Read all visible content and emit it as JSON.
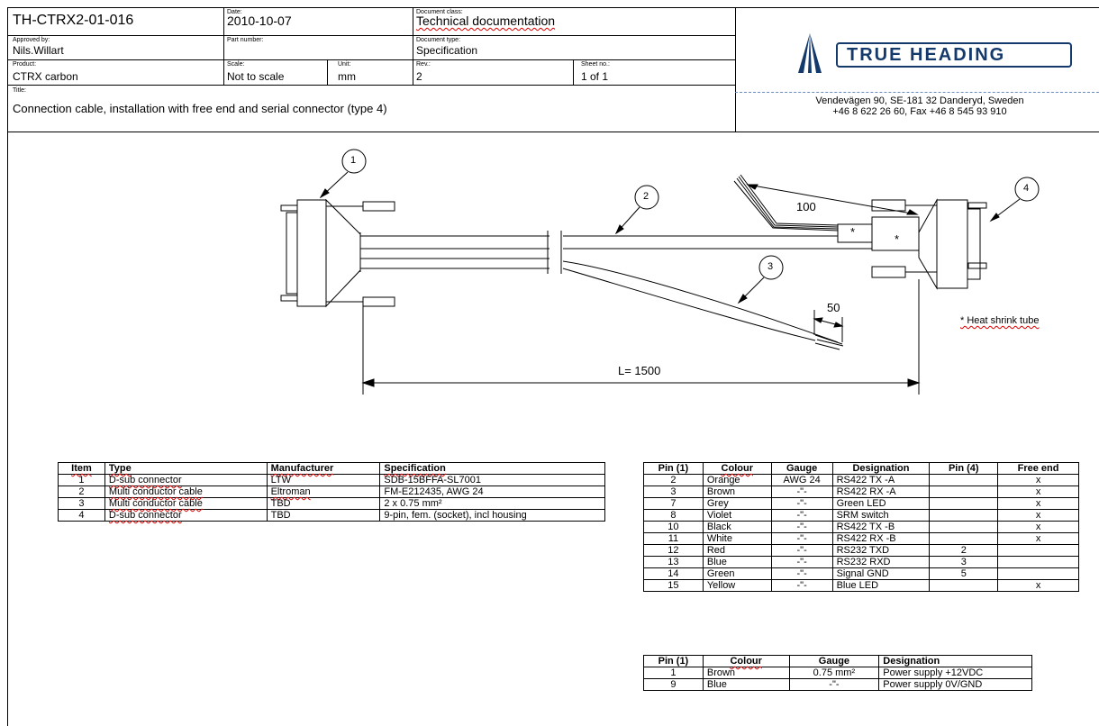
{
  "header": {
    "doc_number": "TH-CTRX2-01-016",
    "date_label": "Date:",
    "date": "2010-10-07",
    "doc_class_label": "Document class:",
    "doc_class": "Technical documentation",
    "approved_label": "Approved by:",
    "approved": "Nils.Willart",
    "part_number_label": "Part number:",
    "doc_type_label": "Document type:",
    "doc_type": "Specification",
    "product_label": "Product:",
    "product": "CTRX carbon",
    "scale_label": "Scale:",
    "scale": "Not to scale",
    "unit_label": "Unit:",
    "unit": "mm",
    "rev_label": "Rev.:",
    "rev": "2",
    "sheet_label": "Sheet no.:",
    "sheet": "1 of 1",
    "title_label": "Title:",
    "title": "Connection cable, installation with free end and serial connector (type 4)"
  },
  "company": {
    "logo_text": "TRUE HEADING",
    "address_line1": "Vendevägen 90, SE-181 32 Danderyd, Sweden",
    "address_line2": "+46 8 622 26 60, Fax +46 8 545 93 910",
    "brand_color": "#14396b"
  },
  "drawing": {
    "callout_1": "1",
    "callout_2": "2",
    "callout_3": "3",
    "callout_4": "4",
    "dim_100": "100",
    "dim_50": "50",
    "dim_length": "L= 1500",
    "star_1": "*",
    "star_2": "*",
    "heat_note": "*  Heat shrink tube"
  },
  "items_table": {
    "headers": [
      "Item",
      "Type",
      "Manufacturer",
      "Specification"
    ],
    "rows": [
      [
        "1",
        "D-sub connector",
        "LTW",
        "SDB-15BFFA-SL7001"
      ],
      [
        "2",
        "Multi conductor  cable",
        "Eltroman",
        "FM-E212435,  AWG 24"
      ],
      [
        "3",
        "Multi conductor  cable",
        "TBD",
        "2 x 0.75  mm²"
      ],
      [
        "4",
        "D-sub connector",
        "TBD",
        "9-pin, fem.  (socket), incl housing"
      ]
    ]
  },
  "pin_table": {
    "headers": [
      "Pin (1)",
      "Colour",
      "Gauge",
      "Designation",
      "Pin (4)",
      "Free end"
    ],
    "rows": [
      [
        "2",
        "Orange",
        "AWG 24",
        "RS422  TX -A",
        "",
        "x"
      ],
      [
        "3",
        "Brown",
        "-\"-",
        "RS422  RX -A",
        "",
        "x"
      ],
      [
        "7",
        "Grey",
        "-\"-",
        "Green LED",
        "",
        "x"
      ],
      [
        "8",
        "Violet",
        "-\"-",
        "SRM switch",
        "",
        "x"
      ],
      [
        "10",
        "Black",
        "-\"-",
        "RS422  TX -B",
        "",
        "x"
      ],
      [
        "11",
        "White",
        "-\"-",
        "RS422  RX -B",
        "",
        "x"
      ],
      [
        "12",
        "Red",
        "-\"-",
        "RS232  TXD",
        "2",
        ""
      ],
      [
        "13",
        "Blue",
        "-\"-",
        "RS232  RXD",
        "3",
        ""
      ],
      [
        "14",
        "Green",
        "-\"-",
        "Signal  GND",
        "5",
        ""
      ],
      [
        "15",
        "Yellow",
        "-\"-",
        "Blue LED",
        "",
        "x"
      ]
    ]
  },
  "power_table": {
    "headers": [
      "Pin (1)",
      "Colour",
      "Gauge",
      "Designation"
    ],
    "rows": [
      [
        "1",
        "Brown",
        "0.75  mm²",
        "Power supply  +12VDC"
      ],
      [
        "9",
        "Blue",
        "-\"-",
        "Power supply  0V/GND"
      ]
    ]
  }
}
